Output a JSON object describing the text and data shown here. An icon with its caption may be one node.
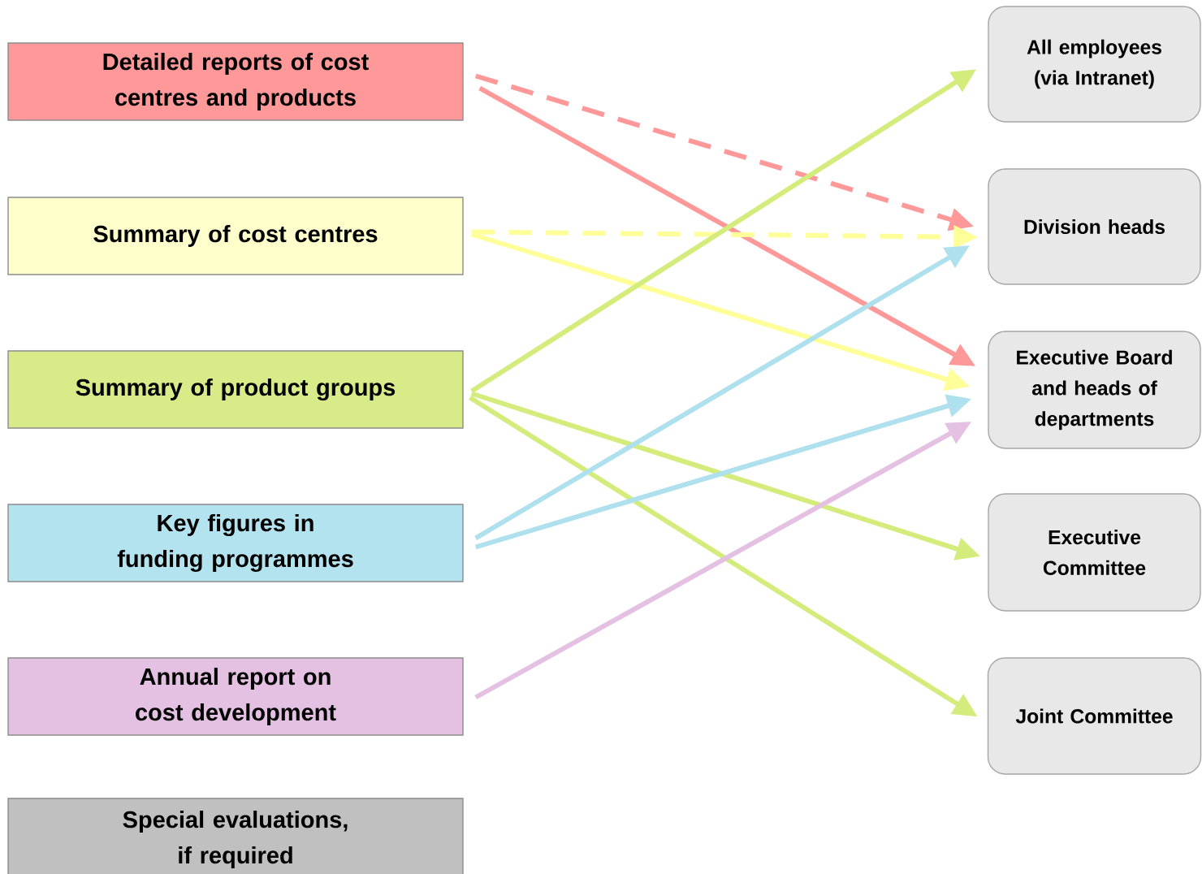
{
  "diagram": {
    "nodes": [
      {
        "text": [
          "Detailed reports of cost centres and products"
        ]
      },
      {
        "text": [
          "Summary of cost centres"
        ]
      },
      {
        "text": [
          "Summary of product groups"
        ]
      },
      {
        "text": [
          "Key figures in funding programmes"
        ]
      },
      {
        "text": [
          "Annual report on cost development"
        ]
      },
      {
        "text": [
          "Special evaluations, if required"
        ]
      },
      {
        "text": [
          "All employees (via Intranet)"
        ]
      },
      {
        "text": [
          "Division heads"
        ]
      },
      {
        "text": [
          "Executive Board and heads of departments"
        ]
      },
      {
        "text": [
          "Executive Committee"
        ]
      },
      {
        "text": [
          "Joint Committee"
        ]
      }
    ],
    "edges": [
      {
        "from": 0,
        "to": 7,
        "arrow": "to",
        "style": "dashed",
        "color": "#ff9999"
      },
      {
        "from": 0,
        "to": 8,
        "arrow": "to",
        "color": "#ff9999"
      },
      {
        "from": 1,
        "to": 7,
        "arrow": "to",
        "style": "dashed",
        "color": "#ffff99"
      },
      {
        "from": 1,
        "to": 8,
        "arrow": "to",
        "color": "#ffff99"
      },
      {
        "from": 2,
        "to": 6,
        "arrow": "to",
        "color": "#d4ec7c"
      },
      {
        "from": 2,
        "to": 9,
        "arrow": "to",
        "color": "#d4ec7c"
      },
      {
        "from": 2,
        "to": 10,
        "arrow": "to",
        "color": "#d4ec7c"
      },
      {
        "from": 3,
        "to": 7,
        "arrow": "to",
        "color": "#aee0ee"
      },
      {
        "from": 3,
        "to": 8,
        "arrow": "to",
        "color": "#aee0ee"
      },
      {
        "from": 4,
        "to": 8,
        "arrow": "to",
        "color": "#e4c1e2"
      }
    ]
  }
}
